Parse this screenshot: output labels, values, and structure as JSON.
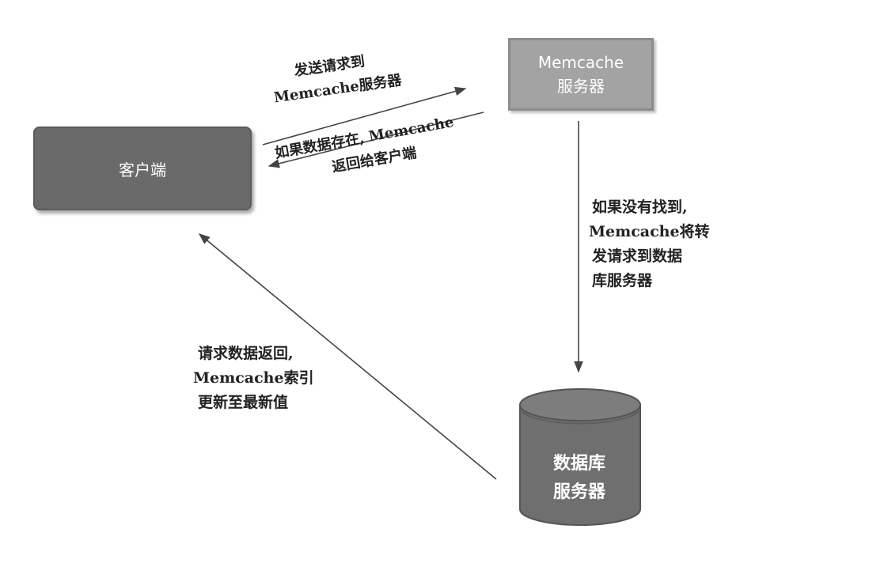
{
  "nodes": {
    "client": "客户端",
    "memcache": [
      "Memcache",
      "服务器"
    ],
    "database": [
      "数据库",
      "服务器"
    ]
  },
  "edges": {
    "send_request": [
      "发送请求到",
      "Memcache服务器"
    ],
    "cache_hit_return": [
      "如果数据存在, Memcache",
      "返回给客户端"
    ],
    "cache_miss_forward": [
      "如果没有找到,",
      "Memcache将转",
      "发请求到数据",
      "库服务器"
    ],
    "db_return_update": [
      "请求数据返回,",
      "Memcache索引",
      "更新至最新值"
    ]
  },
  "colors": {
    "client_fill": "#6a6a6a",
    "memcache_fill": "#a3a3a3",
    "database_fill": "#6f6f6f",
    "arrow": "#444444"
  }
}
